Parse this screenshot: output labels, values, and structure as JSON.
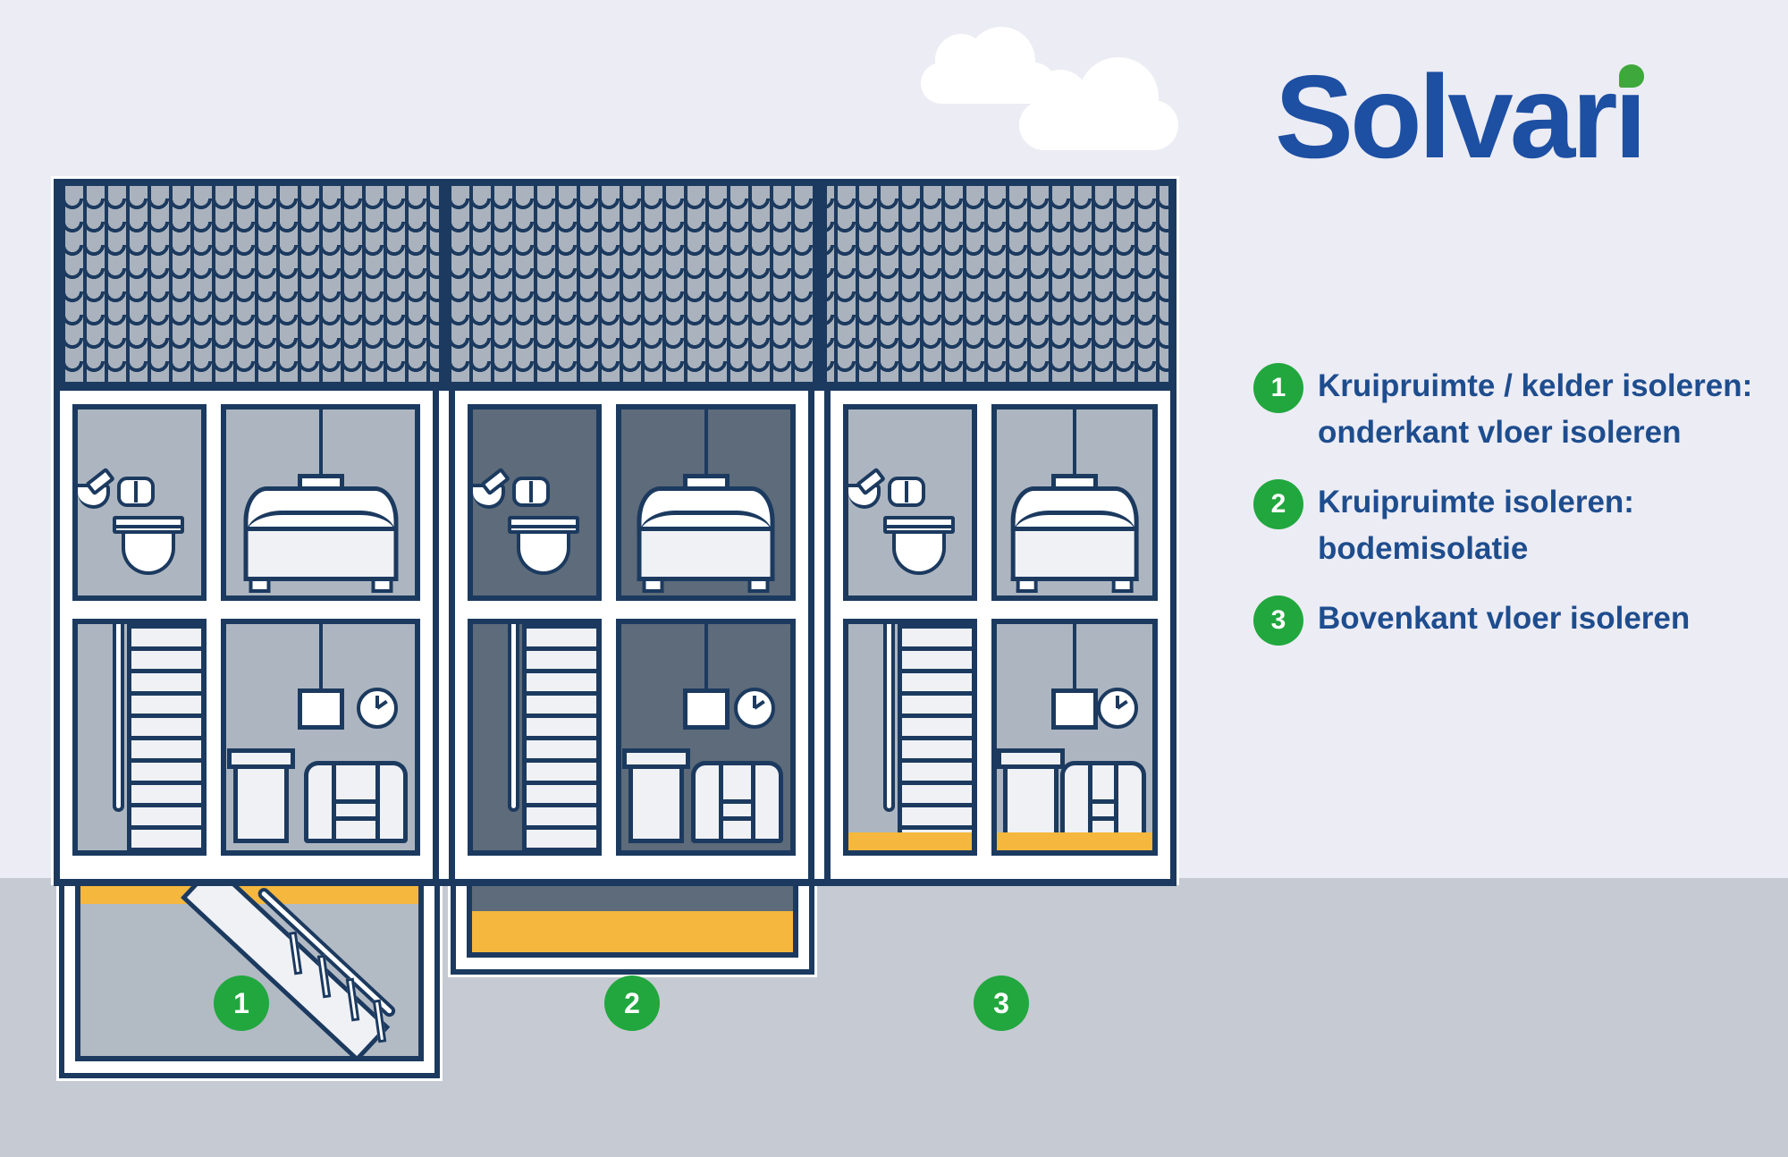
{
  "colors": {
    "sky": "#ECECF4",
    "ground": "#C6CAD2",
    "navy": "#1C3A5F",
    "tile": "#A9B2BD",
    "room-light": "#ADB6C0",
    "room-dark": "#5D6B7A",
    "wall": "#FFFFFF",
    "furniture": "#EFF1F5",
    "basement": "#B2BAC4",
    "insulation": "#F5B73D",
    "green": "#21A73E",
    "leaf": "#3FA83C",
    "legend-text": "#1E4D8E",
    "logo-blue": "#1D4FA3",
    "cloud": "#FFFFFF"
  },
  "logo": {
    "text": "Solvari",
    "text_main": "Solvar",
    "i_stem": "ı"
  },
  "legend": {
    "items": [
      {
        "num": "1",
        "line1": "Kruipruimte / kelder isoleren:",
        "line2": "onderkant vloer isoleren"
      },
      {
        "num": "2",
        "line1": "Kruipruimte isoleren:",
        "line2": "bodemisolatie"
      },
      {
        "num": "3",
        "line1": "Bovenkant vloer isoleren",
        "line2": ""
      }
    ]
  },
  "diagram": {
    "markers": [
      {
        "label": "1"
      },
      {
        "label": "2"
      },
      {
        "label": "3"
      }
    ],
    "houses": [
      {
        "name": "house-1",
        "rooms": "light",
        "insulation_position": "onderkant vloer (boven kelder)"
      },
      {
        "name": "house-2",
        "rooms": "dark",
        "insulation_position": "bodem van kruipruimte"
      },
      {
        "name": "house-3",
        "rooms": "light",
        "insulation_position": "bovenkant vloer"
      }
    ],
    "icons": {
      "cloud-icon": "white cloud shape",
      "roof-tiles-pattern": "scalloped roof tiles",
      "pendant-lamp-icon": "square hanging lamp",
      "bed-icon": "bed with arched headboard",
      "sink-icon": "wall basin with tap",
      "mirror-icon": "rounded wall mirror",
      "toilet-icon": "toilet with tank and bowl",
      "stairs-icon": "straight staircase front view",
      "handrail-icon": "stair handrail",
      "clock-icon": "round wall clock",
      "cabinet-icon": "side cabinet",
      "sofa-icon": "armchair sofa",
      "basement-stairs-icon": "diagonal basement stairs with railing",
      "insulation-layer": "yellow insulation strip",
      "leaf-icon": "green leaf dot of logo"
    }
  }
}
